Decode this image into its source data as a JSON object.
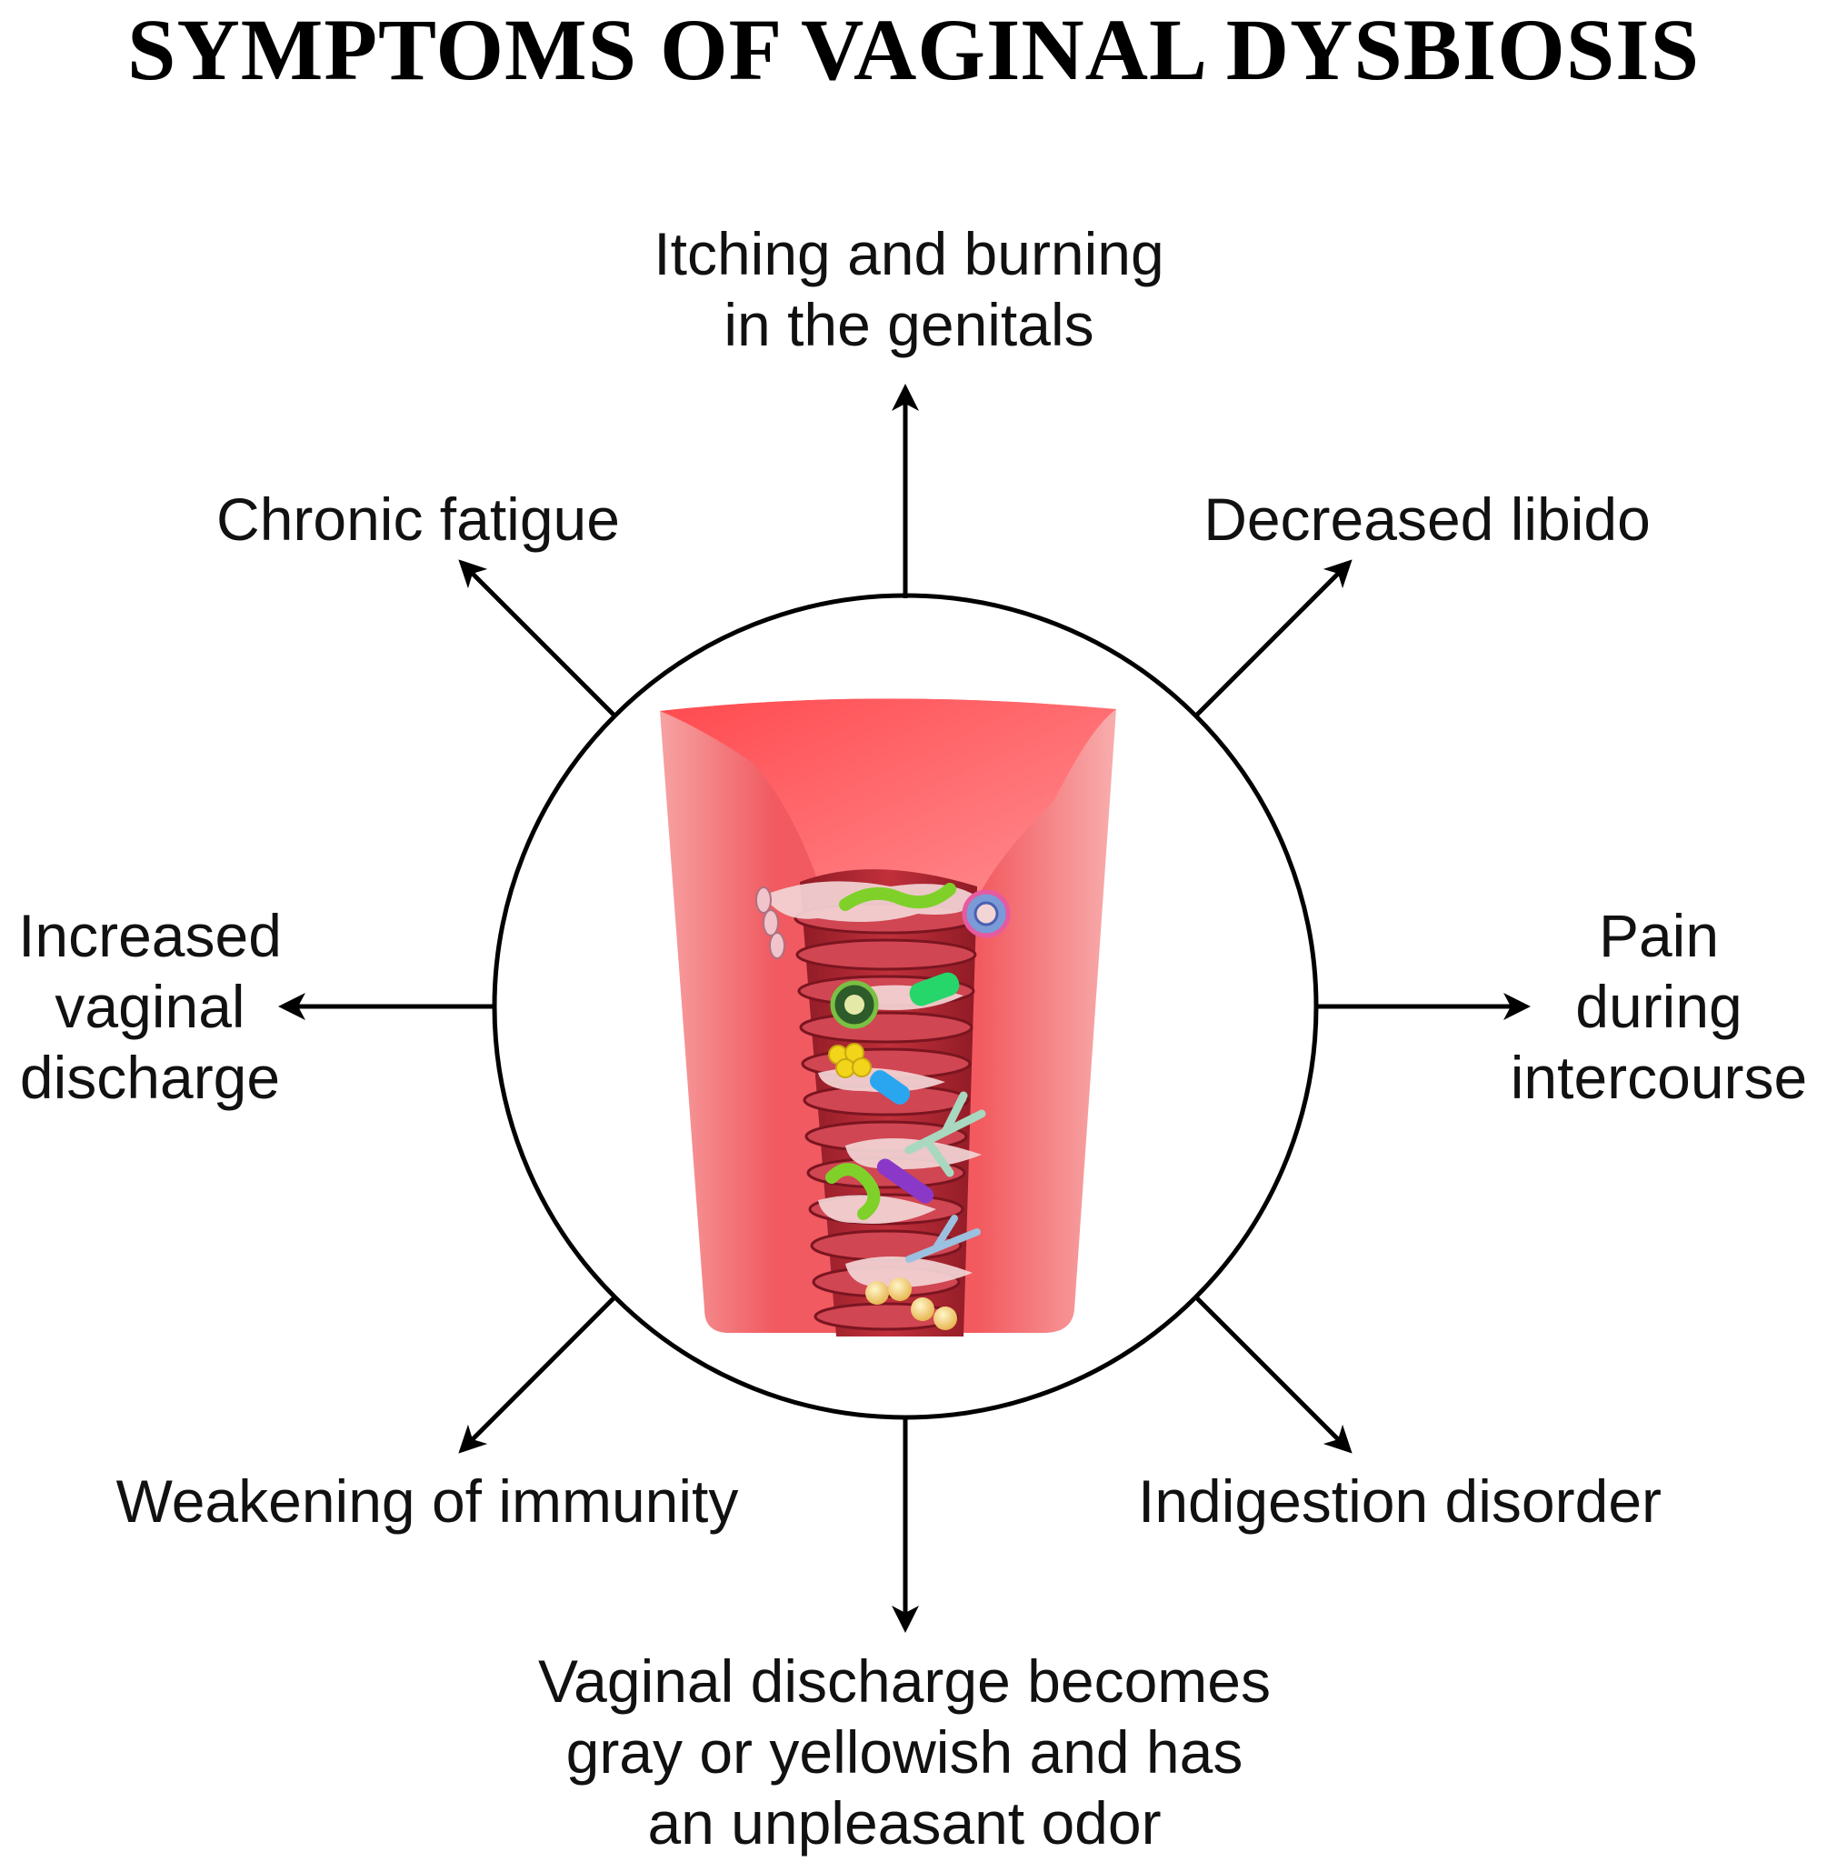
{
  "title": "SYMPTOMS OF VAGINAL DYSBIOSIS",
  "symptoms": {
    "top": [
      "Itching and burning",
      "in the genitals"
    ],
    "top_left": [
      "Chronic fatigue"
    ],
    "top_right": [
      "Decreased libido"
    ],
    "left": [
      "Increased",
      "vaginal",
      "discharge"
    ],
    "right": [
      "Pain",
      "during",
      "intercourse"
    ],
    "bottom_left": [
      "Weakening of immunity"
    ],
    "bottom_right": [
      "Indigestion disorder"
    ],
    "bottom": [
      "Vaginal discharge becomes",
      "gray or yellowish and has",
      "an unpleasant odor"
    ]
  },
  "colors": {
    "tissue_main": "#f25a5f",
    "tissue_dark": "#b8222e",
    "tissue_light": "#f7a7a8",
    "mucus": "#f3d5d6",
    "outline": "#000000"
  }
}
